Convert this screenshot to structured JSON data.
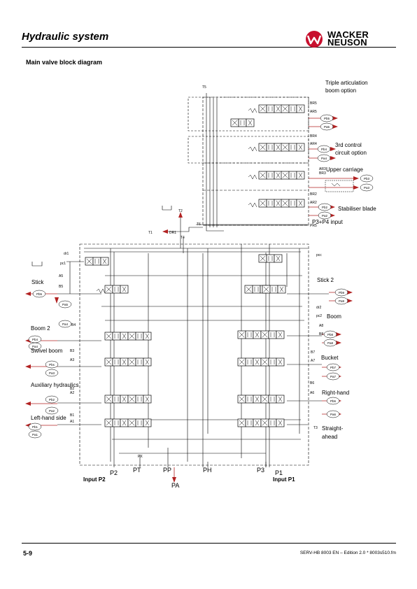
{
  "header": {
    "title": "Hydraulic system",
    "logo_text_line1": "WACKER",
    "logo_text_line2": "NEUSON",
    "logo_icon": "wacker-neuson-w-logo"
  },
  "section_title": "Main valve block diagram",
  "labels": {
    "triple_articulation": "Triple articulation",
    "boom_option": "boom option",
    "third_control": "3rd control",
    "circuit_option": "circuit option",
    "upper_carriage": "Upper carriage",
    "stabiliser_blade": "Stabiliser blade",
    "p3p4_input": "P3+P4 input",
    "stick": "Stick",
    "stick2": "Stick 2",
    "boom": "Boom",
    "boom2": "Boom 2",
    "swivel_boom": "Swivel boom",
    "bucket": "Bucket",
    "auxiliary": "Auxiliary hydraulics",
    "right_hand": "Right-hand",
    "left_hand_side": "Left-hand side",
    "straight": "Straight-",
    "ahead": "ahead",
    "input_p2": "Input P2",
    "input_p1": "Input P1"
  },
  "ports": {
    "p2": "P2",
    "pt": "PT",
    "pp": "PP",
    "pa": "PA",
    "ph": "PH",
    "p3": "P3",
    "p1": "P1",
    "t5": "T5",
    "t2": "T2",
    "t1": "T1",
    "t4": "T4",
    "t6": "T6",
    "t3": "T3",
    "dr1": "DR1",
    "dr1b": "dr1",
    "br5": "BR5",
    "ar5": "AR5",
    "br4": "BR4",
    "ar4": "AR4",
    "br3": "BR3",
    "ar3": "AR3",
    "br2": "BR2",
    "ar2": "AR2",
    "pr5": "PR5",
    "a5": "A5",
    "b5": "B5",
    "b4": "B4",
    "b3": "B3",
    "a3": "A3",
    "b2": "B2",
    "a2": "A2",
    "b1": "B1",
    "a1": "A1",
    "a8": "A8",
    "b8": "B8",
    "b7": "B7",
    "a7": "A7",
    "b6": "B6",
    "a6": "A6",
    "pcc": "pcc",
    "pc1": "pc1",
    "pc2": "pc2",
    "dr2": "dr2",
    "px": "PX"
  },
  "pilots": {
    "pb5": "Pb5",
    "pa5": "Pa5",
    "pb4": "Pb4",
    "pa4": "Pa4",
    "pb3": "Pb3",
    "pa3": "Pa3",
    "pb2": "Pb2",
    "pa2": "Pa2",
    "pb1": "Pb1",
    "pa1": "Pa1",
    "pb9": "Pb9",
    "pa9": "Pa9",
    "pb8": "Pb8",
    "pa8": "Pa8",
    "pb7": "Pb7",
    "pa7": "Pa7",
    "pb6": "Pb6",
    "pa6": "Pa6",
    "pbs": "Pbs",
    "pas": "Pas",
    "pbr5": "Pb5",
    "par5": "Pa5",
    "pbr4": "Pb4",
    "par4": "Pa4",
    "pbr3": "Pb3",
    "par3": "Pa3",
    "pbr2": "Pb2",
    "par2": "Pa2"
  },
  "footer": {
    "page": "5-9",
    "reference": "SERV-HB 8003 EN – Edition 2.0 * 8003s510.fm"
  },
  "colors": {
    "line": "#000000",
    "arrow": "#b22222",
    "logo_red": "#c8102e",
    "dashed": "#555555"
  }
}
